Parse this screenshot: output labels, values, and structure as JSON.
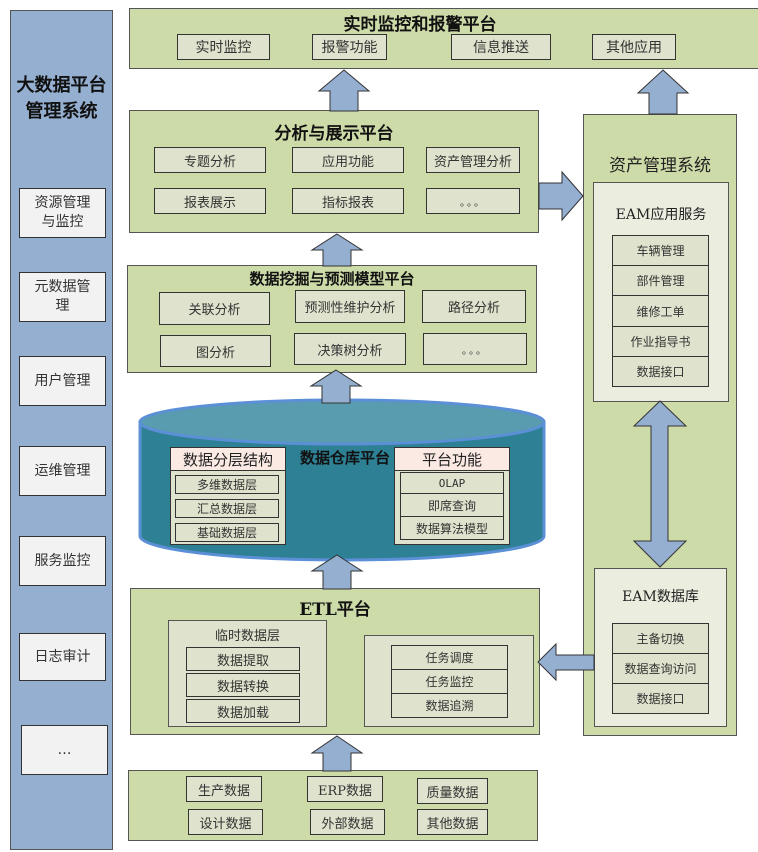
{
  "sidebar": {
    "title": "大数据平台管理系统",
    "title_line1": "大数据平台",
    "title_line2": "管理系统",
    "items": [
      {
        "label": "资源管理与监控",
        "line1": "资源管理",
        "line2": "与监控"
      },
      {
        "label": "元数据管理",
        "line1": "元数据管",
        "line2": "理"
      },
      {
        "label": "用户管理"
      },
      {
        "label": "运维管理"
      },
      {
        "label": "服务监控"
      },
      {
        "label": "日志审计"
      },
      {
        "label": "…"
      }
    ]
  },
  "monitor_platform": {
    "title": "实时监控和报警平台",
    "items": [
      "实时监控",
      "报警功能",
      "信息推送",
      "其他应用"
    ]
  },
  "analysis_platform": {
    "title": "分析与展示平台",
    "items": [
      "专题分析",
      "应用功能",
      "资产管理分析",
      "报表展示",
      "指标报表",
      "。。。"
    ]
  },
  "mining_platform": {
    "title": "数据挖掘与预测模型平台",
    "items": [
      "关联分析",
      "预测性维护分析",
      "路径分析",
      "图分析",
      "决策树分析",
      "。。。"
    ]
  },
  "warehouse": {
    "title": "数据仓库平台",
    "layers": {
      "title": "数据分层结构",
      "items": [
        "多维数据层",
        "汇总数据层",
        "基础数据层"
      ]
    },
    "functions": {
      "title": "平台功能",
      "items": [
        "OLAP",
        "即席查询",
        "数据算法模型"
      ]
    }
  },
  "etl_platform": {
    "title": "ETL平台",
    "temp_layer": {
      "title": "临时数据层",
      "items": [
        "数据提取",
        "数据转换",
        "数据加载"
      ]
    },
    "tasks": [
      "任务调度",
      "任务监控",
      "数据追溯"
    ]
  },
  "data_sources": {
    "items": [
      "生产数据",
      "ERP数据",
      "质量数据",
      "设计数据",
      "外部数据",
      "其他数据"
    ]
  },
  "asset_system": {
    "title": "资产管理系统",
    "eam_service": {
      "title": "EAM应用服务",
      "items": [
        "车辆管理",
        "部件管理",
        "维修工单",
        "作业指导书",
        "数据接口"
      ]
    },
    "eam_db": {
      "title": "EAM数据库",
      "items": [
        "主备切换",
        "数据查询访问",
        "数据接口"
      ]
    }
  },
  "colors": {
    "platform_fill": "#cddba9",
    "item_fill": "#dfe3cd",
    "sidebar_fill": "#94afd0",
    "arrow_fill": "#94afd0",
    "warehouse_body": "#2e8095",
    "warehouse_top": "#5a9caf",
    "warehouse_rim": "#5b8fd6",
    "header_pink": "#fbe9e3"
  }
}
